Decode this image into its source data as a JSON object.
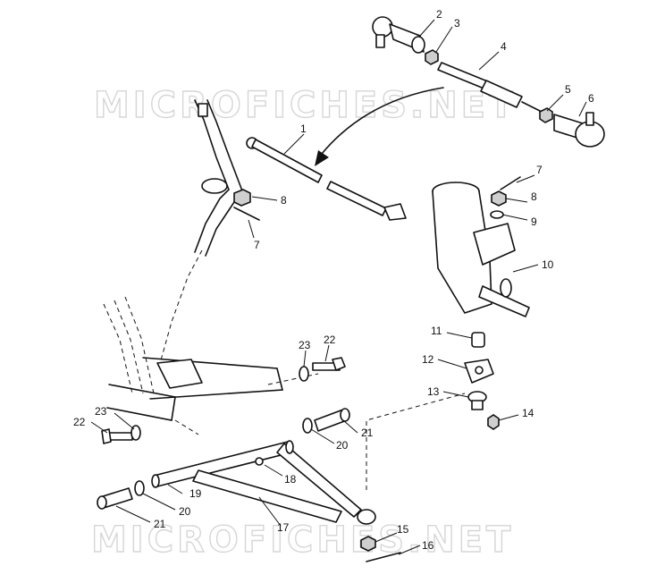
{
  "watermarks": [
    "MICROFICHES.NET",
    "MICROFICHES.NET"
  ],
  "callouts": [
    {
      "id": "c2",
      "label": "2"
    },
    {
      "id": "c3",
      "label": "3"
    },
    {
      "id": "c4",
      "label": "4"
    },
    {
      "id": "c5",
      "label": "5"
    },
    {
      "id": "c6",
      "label": "6"
    },
    {
      "id": "c1",
      "label": "1"
    },
    {
      "id": "c7a",
      "label": "7"
    },
    {
      "id": "c8a",
      "label": "8"
    },
    {
      "id": "c9",
      "label": "9"
    },
    {
      "id": "c8b",
      "label": "8"
    },
    {
      "id": "c7b",
      "label": "7"
    },
    {
      "id": "c10",
      "label": "10"
    },
    {
      "id": "c11",
      "label": "11"
    },
    {
      "id": "c12",
      "label": "12"
    },
    {
      "id": "c13",
      "label": "13"
    },
    {
      "id": "c14",
      "label": "14"
    },
    {
      "id": "c23a",
      "label": "23"
    },
    {
      "id": "c22a",
      "label": "22"
    },
    {
      "id": "c22b",
      "label": "22"
    },
    {
      "id": "c23b",
      "label": "23"
    },
    {
      "id": "c21a",
      "label": "21"
    },
    {
      "id": "c20a",
      "label": "20"
    },
    {
      "id": "c18",
      "label": "18"
    },
    {
      "id": "c19",
      "label": "19"
    },
    {
      "id": "c20b",
      "label": "20"
    },
    {
      "id": "c21b",
      "label": "21"
    },
    {
      "id": "c17",
      "label": "17"
    },
    {
      "id": "c15",
      "label": "15"
    },
    {
      "id": "c16",
      "label": "16"
    }
  ]
}
